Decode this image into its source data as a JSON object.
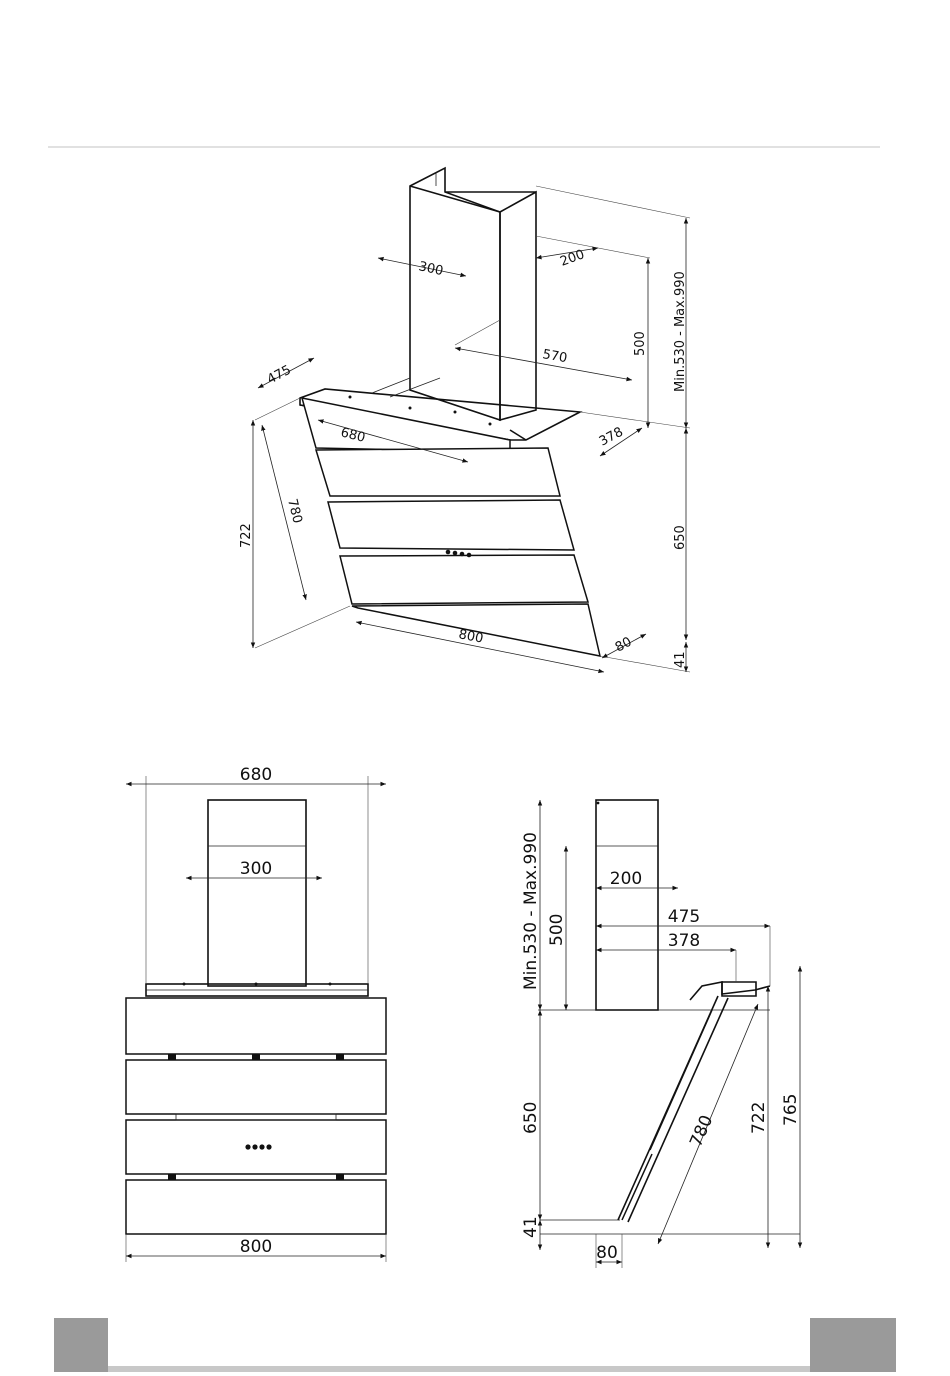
{
  "colors": {
    "ink": "#111111",
    "rule": "#cfcfcf",
    "footer_block": "#9a9a9a",
    "footer_line": "#c8c8c8"
  },
  "iso_view": {
    "dims": {
      "chimney_width": "300",
      "chimney_depth": "200",
      "chimney_height": "500",
      "total_height": "Min.530  -  Max.990",
      "bracket_width": "570",
      "bracket_depth": "475",
      "body_width": "680",
      "top_depth": "378",
      "glass_length": "780",
      "glass_vertical": "722",
      "body_height": "650",
      "bottom_width": "800",
      "bottom_depth": "80",
      "bottom_height": "41"
    }
  },
  "front_view": {
    "dims": {
      "top_width": "680",
      "chimney_width": "300",
      "bottom_width": "800"
    }
  },
  "side_view": {
    "dims": {
      "total_height": "Min.530  -  Max.990",
      "chimney_height": "500",
      "chimney_depth": "200",
      "bracket_depth": "475",
      "top_depth": "378",
      "body_height": "650",
      "glass_length": "780",
      "glass_vertical": "722",
      "overall_height": "765",
      "bottom_height": "41",
      "bottom_depth": "80"
    }
  }
}
